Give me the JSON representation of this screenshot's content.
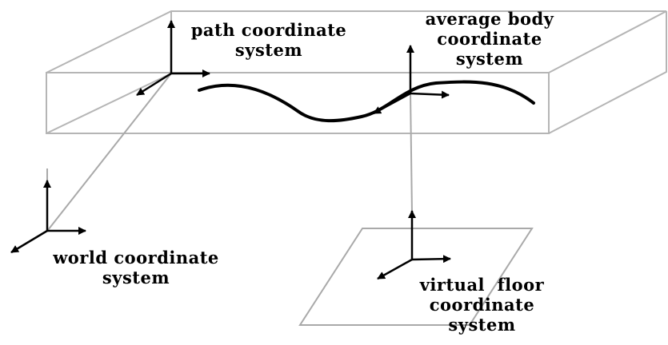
{
  "colors": {
    "box_edge": "#b5b5b5",
    "connector": "#a9a9a9",
    "axis": "#000000",
    "path_curve": "#000000",
    "text": "#000000",
    "background": "#ffffff"
  },
  "labels": {
    "path_coordinate_system": {
      "line1": "path coordinate",
      "line2": "system"
    },
    "average_body_coordinate_system": {
      "line1": "average body",
      "line2": "coordinate",
      "line3": "system"
    },
    "world_coordinate_system": {
      "line1": "world coordinate",
      "line2": "system"
    },
    "virtual_floor_coordinate_system": {
      "line1": "virtual  floor",
      "line2": "coordinate",
      "line3": "system"
    }
  }
}
